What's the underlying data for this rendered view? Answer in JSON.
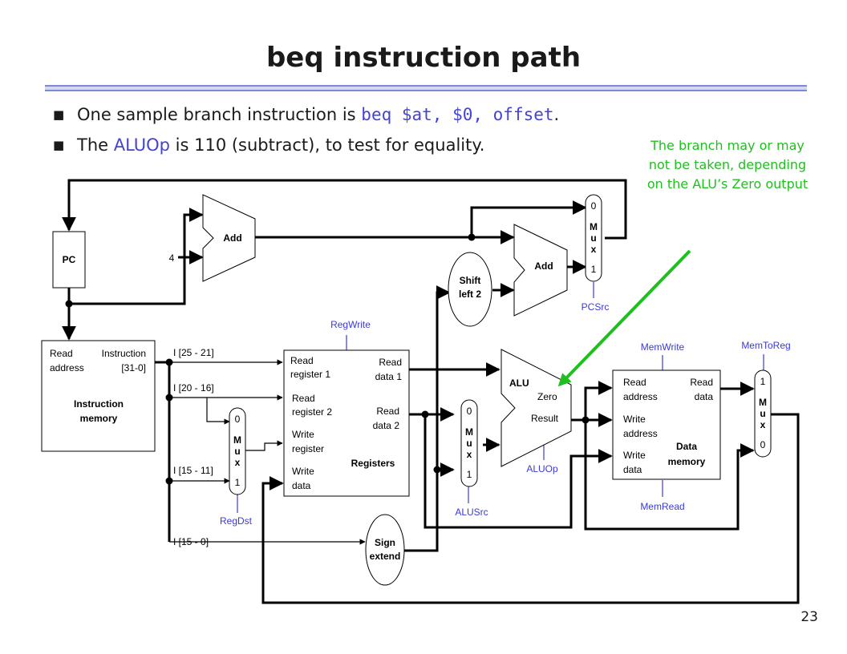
{
  "slide": {
    "title": "beq instruction path",
    "bullets": [
      {
        "before": "One sample branch instruction is ",
        "code": "beq $at, $0, offset",
        "after": "."
      },
      {
        "before": "The ",
        "keyword": "ALUOp",
        "after": " is 110 (subtract), to test for equality."
      }
    ],
    "callout": "The branch may or may not be taken, depending on the ALU’s Zero output",
    "page_number": "23"
  },
  "diagram": {
    "pc": "PC",
    "adder_pc": "Add",
    "constant_four": "4",
    "adder_branch": "Add",
    "shift": [
      "Shift",
      "left 2"
    ],
    "sign_extend": [
      "Sign",
      "extend"
    ],
    "instr_mem": {
      "read_address": [
        "Read",
        "address"
      ],
      "instruction": [
        "Instruction",
        "[31-0]"
      ],
      "name": [
        "Instruction",
        "memory"
      ]
    },
    "fields": [
      "I [25 - 21]",
      "I [20 - 16]",
      "I [15 - 11]",
      "I [15 - 0]"
    ],
    "registers": {
      "read_reg1": [
        "Read",
        "register 1"
      ],
      "read_reg2": [
        "Read",
        "register 2"
      ],
      "write_reg": [
        "Write",
        "register"
      ],
      "write_data": [
        "Write",
        "data"
      ],
      "read_data1": [
        "Read",
        "data 1"
      ],
      "read_data2": [
        "Read",
        "data 2"
      ],
      "name": "Registers"
    },
    "alu": {
      "name": "ALU",
      "zero": "Zero",
      "result": "Result"
    },
    "data_mem": {
      "read_address": [
        "Read",
        "address"
      ],
      "write_address": [
        "Write",
        "address"
      ],
      "write_data": [
        "Write",
        "data"
      ],
      "read_data": [
        "Read",
        "data"
      ],
      "name": [
        "Data",
        "memory"
      ]
    },
    "muxes": {
      "regdst": [
        "0",
        "M",
        "u",
        "x",
        "1"
      ],
      "alusrc": [
        "0",
        "M",
        "u",
        "x",
        "1"
      ],
      "pcsrc": [
        "0",
        "M",
        "u",
        "x",
        "1"
      ],
      "memtoreg": [
        "1",
        "M",
        "u",
        "x",
        "0"
      ]
    },
    "controls": {
      "regwrite": "RegWrite",
      "regdst": "RegDst",
      "alusrc": "ALUSrc",
      "aluop": "ALUOp",
      "pcsrc": "PCSrc",
      "memwrite": "MemWrite",
      "memread": "MemRead",
      "memtoreg": "MemToReg"
    }
  },
  "colors": {
    "title_rule": "#5a68c8",
    "highlight": "#4343d8",
    "control_label": "#3a3ad6",
    "callout": "#1fbf1f"
  }
}
